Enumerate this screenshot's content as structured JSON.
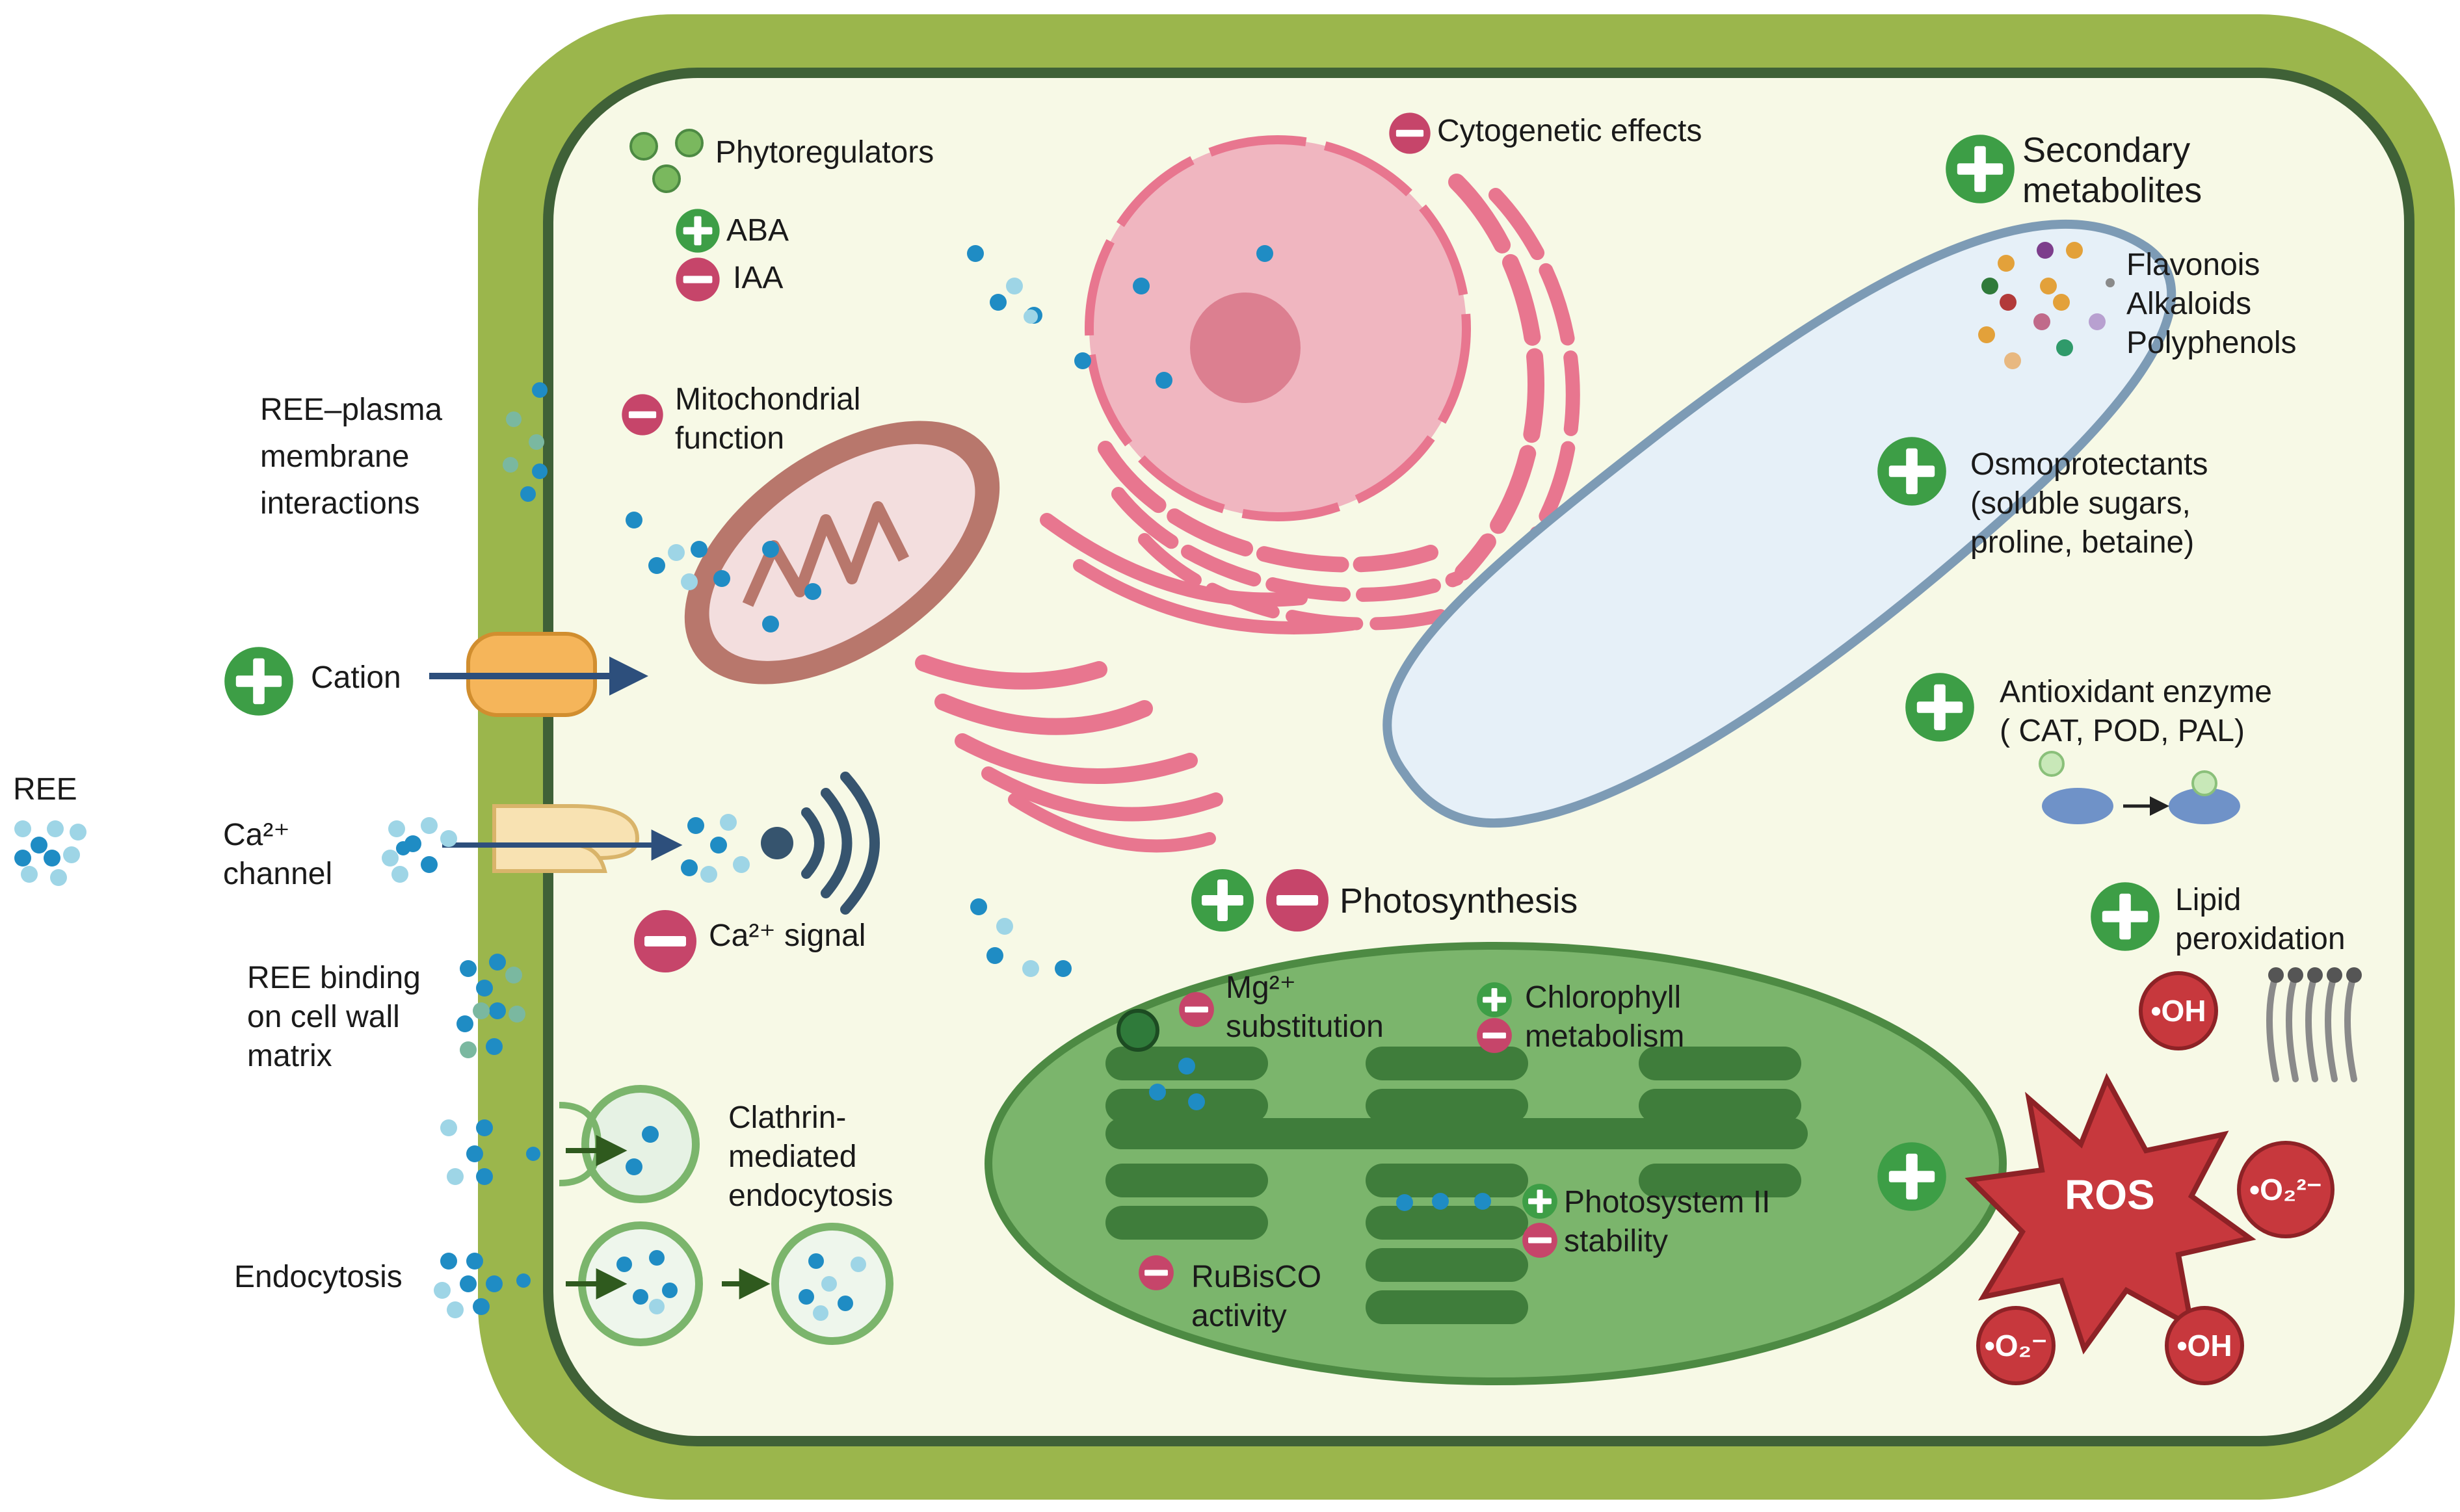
{
  "labels": {
    "ree": "REE",
    "phytoregulators": "Phytoregulators",
    "aba": "ABA",
    "iaa": "IAA",
    "cytogenetic": "Cytogenetic effects",
    "secondary_line1": "Secondary",
    "secondary_line2": "metabolites",
    "flavonois": "Flavonois",
    "alkaloids": "Alkaloids",
    "polyphenols": "Polyphenols",
    "osmo_line1": "Osmoprotectants",
    "osmo_line2": "(soluble sugars,",
    "osmo_line3": "proline, betaine)",
    "antiox_line1": "Antioxidant enzyme",
    "antiox_line2": "( CAT, POD, PAL)",
    "lipid_line1": "Lipid",
    "lipid_line2": "peroxidation",
    "pm_line1": "REE–plasma",
    "pm_line2": "membrane",
    "pm_line3": "interactions",
    "mito_line1": "Mitochondrial",
    "mito_line2": "function",
    "cation": "Cation",
    "ca_channel_line1": "Ca²⁺",
    "ca_channel_line2": "channel",
    "ca_signal": "Ca²⁺ signal",
    "wall_line1": "REE binding",
    "wall_line2": "on cell wall",
    "wall_line3": "matrix",
    "clathrin_line1": "Clathrin-",
    "clathrin_line2": "mediated",
    "clathrin_line3": "endocytosis",
    "endocytosis": "Endocytosis",
    "photosynthesis": "Photosynthesis",
    "mg_line1": "Mg²⁺",
    "mg_line2": "substitution",
    "chl_line1": "Chlorophyll",
    "chl_line2": "metabolism",
    "ps_line1": "Photosystem II",
    "ps_line2": "stability",
    "rubisco_line1": "RuBisCO",
    "rubisco_line2": "activity",
    "ros": "ROS",
    "oh1": "•OH",
    "oh2": "•OH",
    "o2a": "•O₂²⁻",
    "o2b": "•O₂⁻"
  },
  "colors": {
    "cell_wall": "#9bb64c",
    "cytoplasm": "#f7f9e6",
    "membrane": "#3f6137",
    "plus": "#3d9e46",
    "minus": "#c6456a",
    "ion": "#1f8cc4",
    "ion_light": "#9ed5e6",
    "nucleus": "#f0b6c0",
    "er": "#e8768f",
    "mito": "#b8776c",
    "chloroplast": "#7bb56c",
    "thylakoid": "#3f7d3b",
    "vacuole": "#e6f0f8",
    "ros": "#c7383d"
  },
  "icons": {
    "plus": "plus-icon",
    "minus": "minus-icon",
    "ion": "ion-dot-icon",
    "signal": "signal-wave-icon"
  }
}
